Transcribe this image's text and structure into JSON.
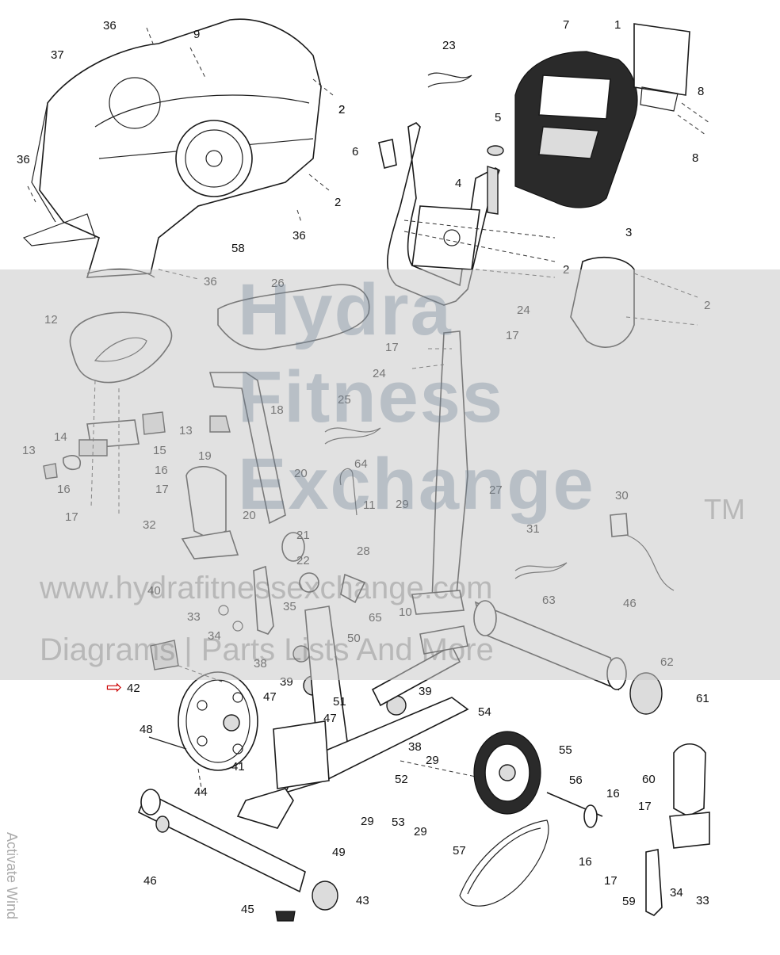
{
  "watermark": {
    "brand_line1": "Hydra",
    "brand_line2": "Fitness",
    "brand_line3": "Exchange",
    "trademark": "TM",
    "url": "www.hydrafitnessexchange.com",
    "tagline": "Diagrams | Parts Lists And More"
  },
  "os_overlay": "Activate Wind",
  "arrow_glyph": "⇨",
  "callouts": [
    "1",
    "2",
    "2",
    "2",
    "2",
    "2",
    "3",
    "4",
    "5",
    "6",
    "7",
    "8",
    "8",
    "9",
    "10",
    "11",
    "12",
    "13",
    "13",
    "14",
    "15",
    "16",
    "16",
    "16",
    "16",
    "17",
    "17",
    "17",
    "17",
    "17",
    "17",
    "18",
    "19",
    "20",
    "20",
    "21",
    "22",
    "23",
    "24",
    "24",
    "25",
    "26",
    "27",
    "28",
    "29",
    "29",
    "29",
    "29",
    "30",
    "31",
    "32",
    "33",
    "33",
    "34",
    "34",
    "35",
    "36",
    "36",
    "36",
    "36",
    "37",
    "38",
    "38",
    "39",
    "39",
    "40",
    "41",
    "42",
    "43",
    "44",
    "45",
    "46",
    "46",
    "47",
    "47",
    "48",
    "49",
    "50",
    "51",
    "52",
    "53",
    "54",
    "55",
    "56",
    "57",
    "58",
    "59",
    "60",
    "61",
    "62",
    "63",
    "64",
    "65"
  ]
}
